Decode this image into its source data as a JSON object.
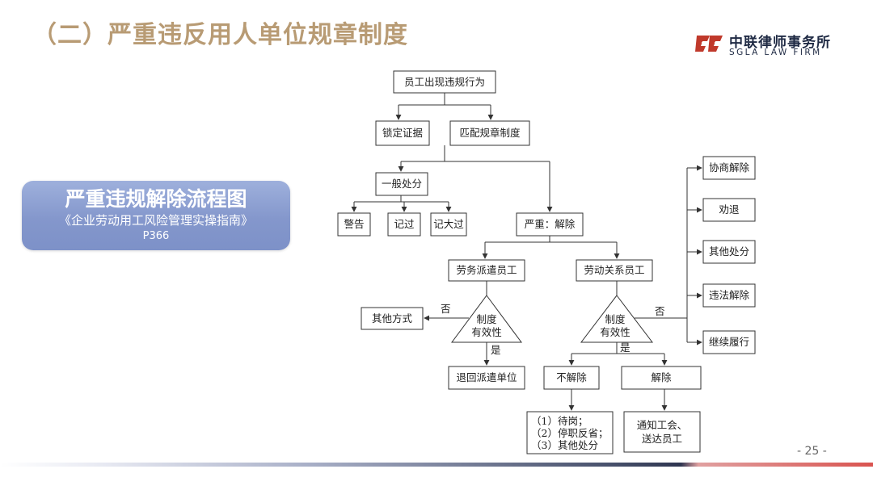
{
  "slide": {
    "title": "（二）严重违反用人单位规章制度",
    "page_number": "- 25 -"
  },
  "logo": {
    "cn": "中联律师事务所",
    "en": "SGLA LAW FIRM",
    "icon": "sgla-logo-icon"
  },
  "badge": {
    "title": "严重违规解除流程图",
    "source": "《企业劳动用工风险管理实操指南》",
    "page": "P366"
  },
  "flow": {
    "start": "员工出现违规行为",
    "lock_evidence": "锁定证据",
    "match_rules": "匹配规章制度",
    "general": "一般处分",
    "warning": "警告",
    "demerit": "记过",
    "major_demerit": "记大过",
    "severe": "严重：解除",
    "dispatch": "劳务派遣员工",
    "labor": "劳动关系员工",
    "validity_l1": "制度",
    "validity_l2": "有效性",
    "no": "否",
    "yes": "是",
    "other_method": "其他方式",
    "return_unit": "退回派遣单位",
    "not_dismiss": "不解除",
    "dismiss": "解除",
    "nd_1": "（1）待岗；",
    "nd_2": "（2）停职反省；",
    "nd_3": "（3）其他处分",
    "notify_1": "通知工会、",
    "notify_2": "送达员工",
    "negotiate": "协商解除",
    "persuade": "劝退",
    "other_punish": "其他处分",
    "illegal_dismiss": "违法解除",
    "continue": "继续履行"
  }
}
